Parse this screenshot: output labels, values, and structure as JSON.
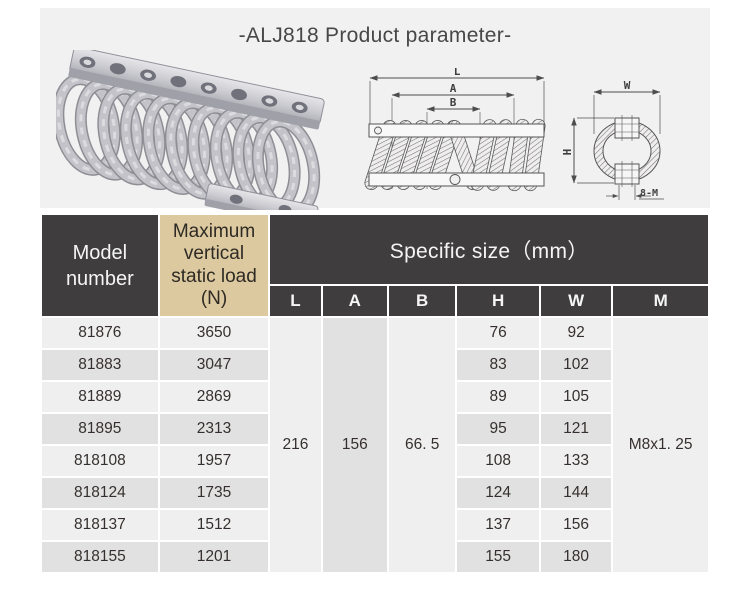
{
  "page": {
    "title": "-ALJ818 Product parameter-"
  },
  "colors": {
    "header_dark": "#3f3d3d",
    "header_tan": "#dcc9a0",
    "row_light": "#f0eff0",
    "row_gray": "#e2e1e2",
    "panel_bg": "#f1f1f1",
    "photo_red_cap": "#c9564a"
  },
  "drawings": {
    "side_view": {
      "l": "L",
      "a": "A",
      "b": "B"
    },
    "end_view": {
      "w": "W",
      "h": "H",
      "m": "8-M"
    }
  },
  "table": {
    "headers": {
      "model": "Model number",
      "load": "Maximum vertical static load",
      "load_unit": "(N)",
      "size": "Specific size（mm）",
      "dims": [
        "L",
        "A",
        "B",
        "H",
        "W",
        "M"
      ]
    },
    "merged": {
      "L": "216",
      "A": "156",
      "B": "66. 5",
      "M": "M8x1. 25"
    },
    "rows": [
      {
        "model": "81876",
        "load": "3650",
        "h": "76",
        "w": "92"
      },
      {
        "model": "81883",
        "load": "3047",
        "h": "83",
        "w": "102"
      },
      {
        "model": "81889",
        "load": "2869",
        "h": "89",
        "w": "105"
      },
      {
        "model": "81895",
        "load": "2313",
        "h": "95",
        "w": "121"
      },
      {
        "model": "818108",
        "load": "1957",
        "h": "108",
        "w": "133"
      },
      {
        "model": "818124",
        "load": "1735",
        "h": "124",
        "w": "144"
      },
      {
        "model": "818137",
        "load": "1512",
        "h": "137",
        "w": "156"
      },
      {
        "model": "818155",
        "load": "1201",
        "h": "155",
        "w": "180"
      }
    ]
  }
}
